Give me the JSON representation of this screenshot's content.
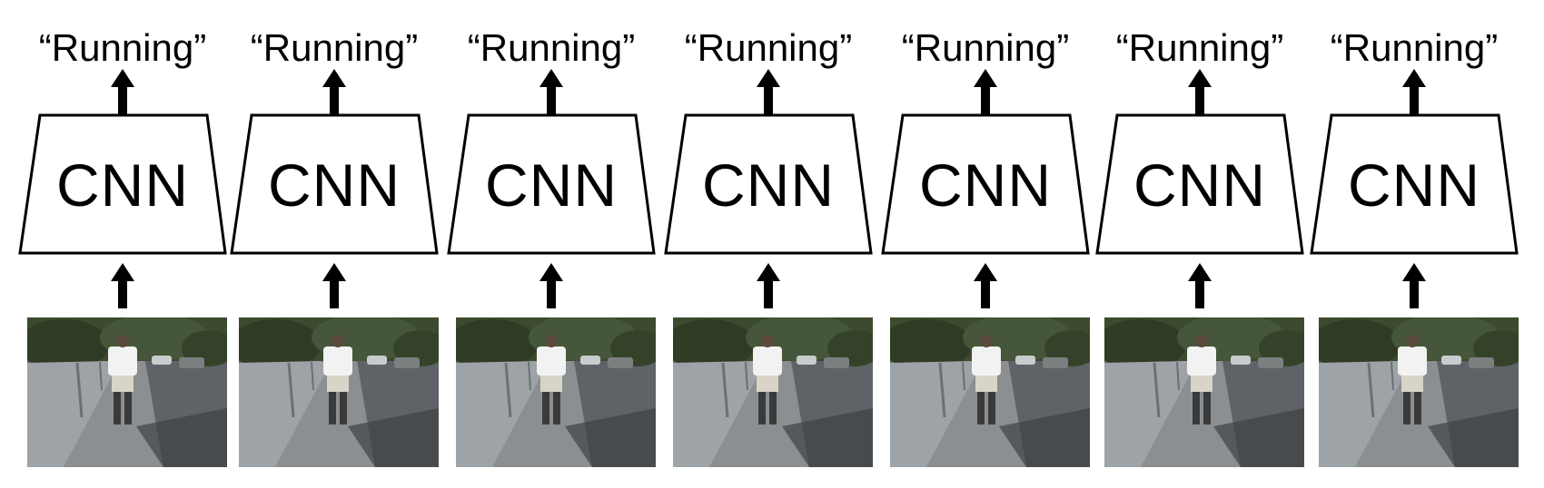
{
  "frames": [
    {
      "label": "“Running”",
      "model": "CNN",
      "image": "runner-frame-1"
    },
    {
      "label": "“Running”",
      "model": "CNN",
      "image": "runner-frame-2"
    },
    {
      "label": "“Running”",
      "model": "CNN",
      "image": "runner-frame-3"
    },
    {
      "label": "“Running”",
      "model": "CNN",
      "image": "runner-frame-4"
    },
    {
      "label": "“Running”",
      "model": "CNN",
      "image": "runner-frame-5"
    },
    {
      "label": "“Running”",
      "model": "CNN",
      "image": "runner-frame-6"
    },
    {
      "label": "“Running”",
      "model": "CNN",
      "image": "runner-frame-7"
    }
  ],
  "colors": {
    "stroke": "#000000",
    "foliage": "#3c4a2e",
    "road": "#5f6266",
    "wall": "#9ea3a8",
    "sidewalk": "#8c8f91",
    "shirt": "#f2f2f2"
  }
}
